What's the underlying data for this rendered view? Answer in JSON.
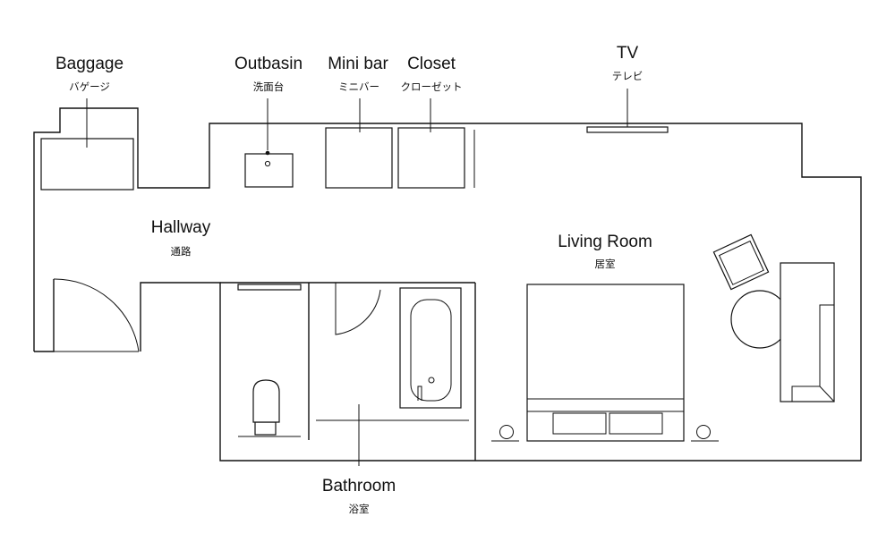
{
  "labels": {
    "baggage": {
      "en": "Baggage",
      "jp": "バゲージ"
    },
    "outbasin": {
      "en": "Outbasin",
      "jp": "洗面台"
    },
    "minibar": {
      "en": "Mini bar",
      "jp": "ミニバー"
    },
    "closet": {
      "en": "Closet",
      "jp": "クローゼット"
    },
    "tv": {
      "en": "TV",
      "jp": "テレビ"
    },
    "hallway": {
      "en": "Hallway",
      "jp": "通路"
    },
    "living": {
      "en": "Living Room",
      "jp": "居室"
    },
    "bathroom": {
      "en": "Bathroom",
      "jp": "浴室"
    }
  },
  "colors": {
    "line": "#111111",
    "background": "#ffffff"
  }
}
